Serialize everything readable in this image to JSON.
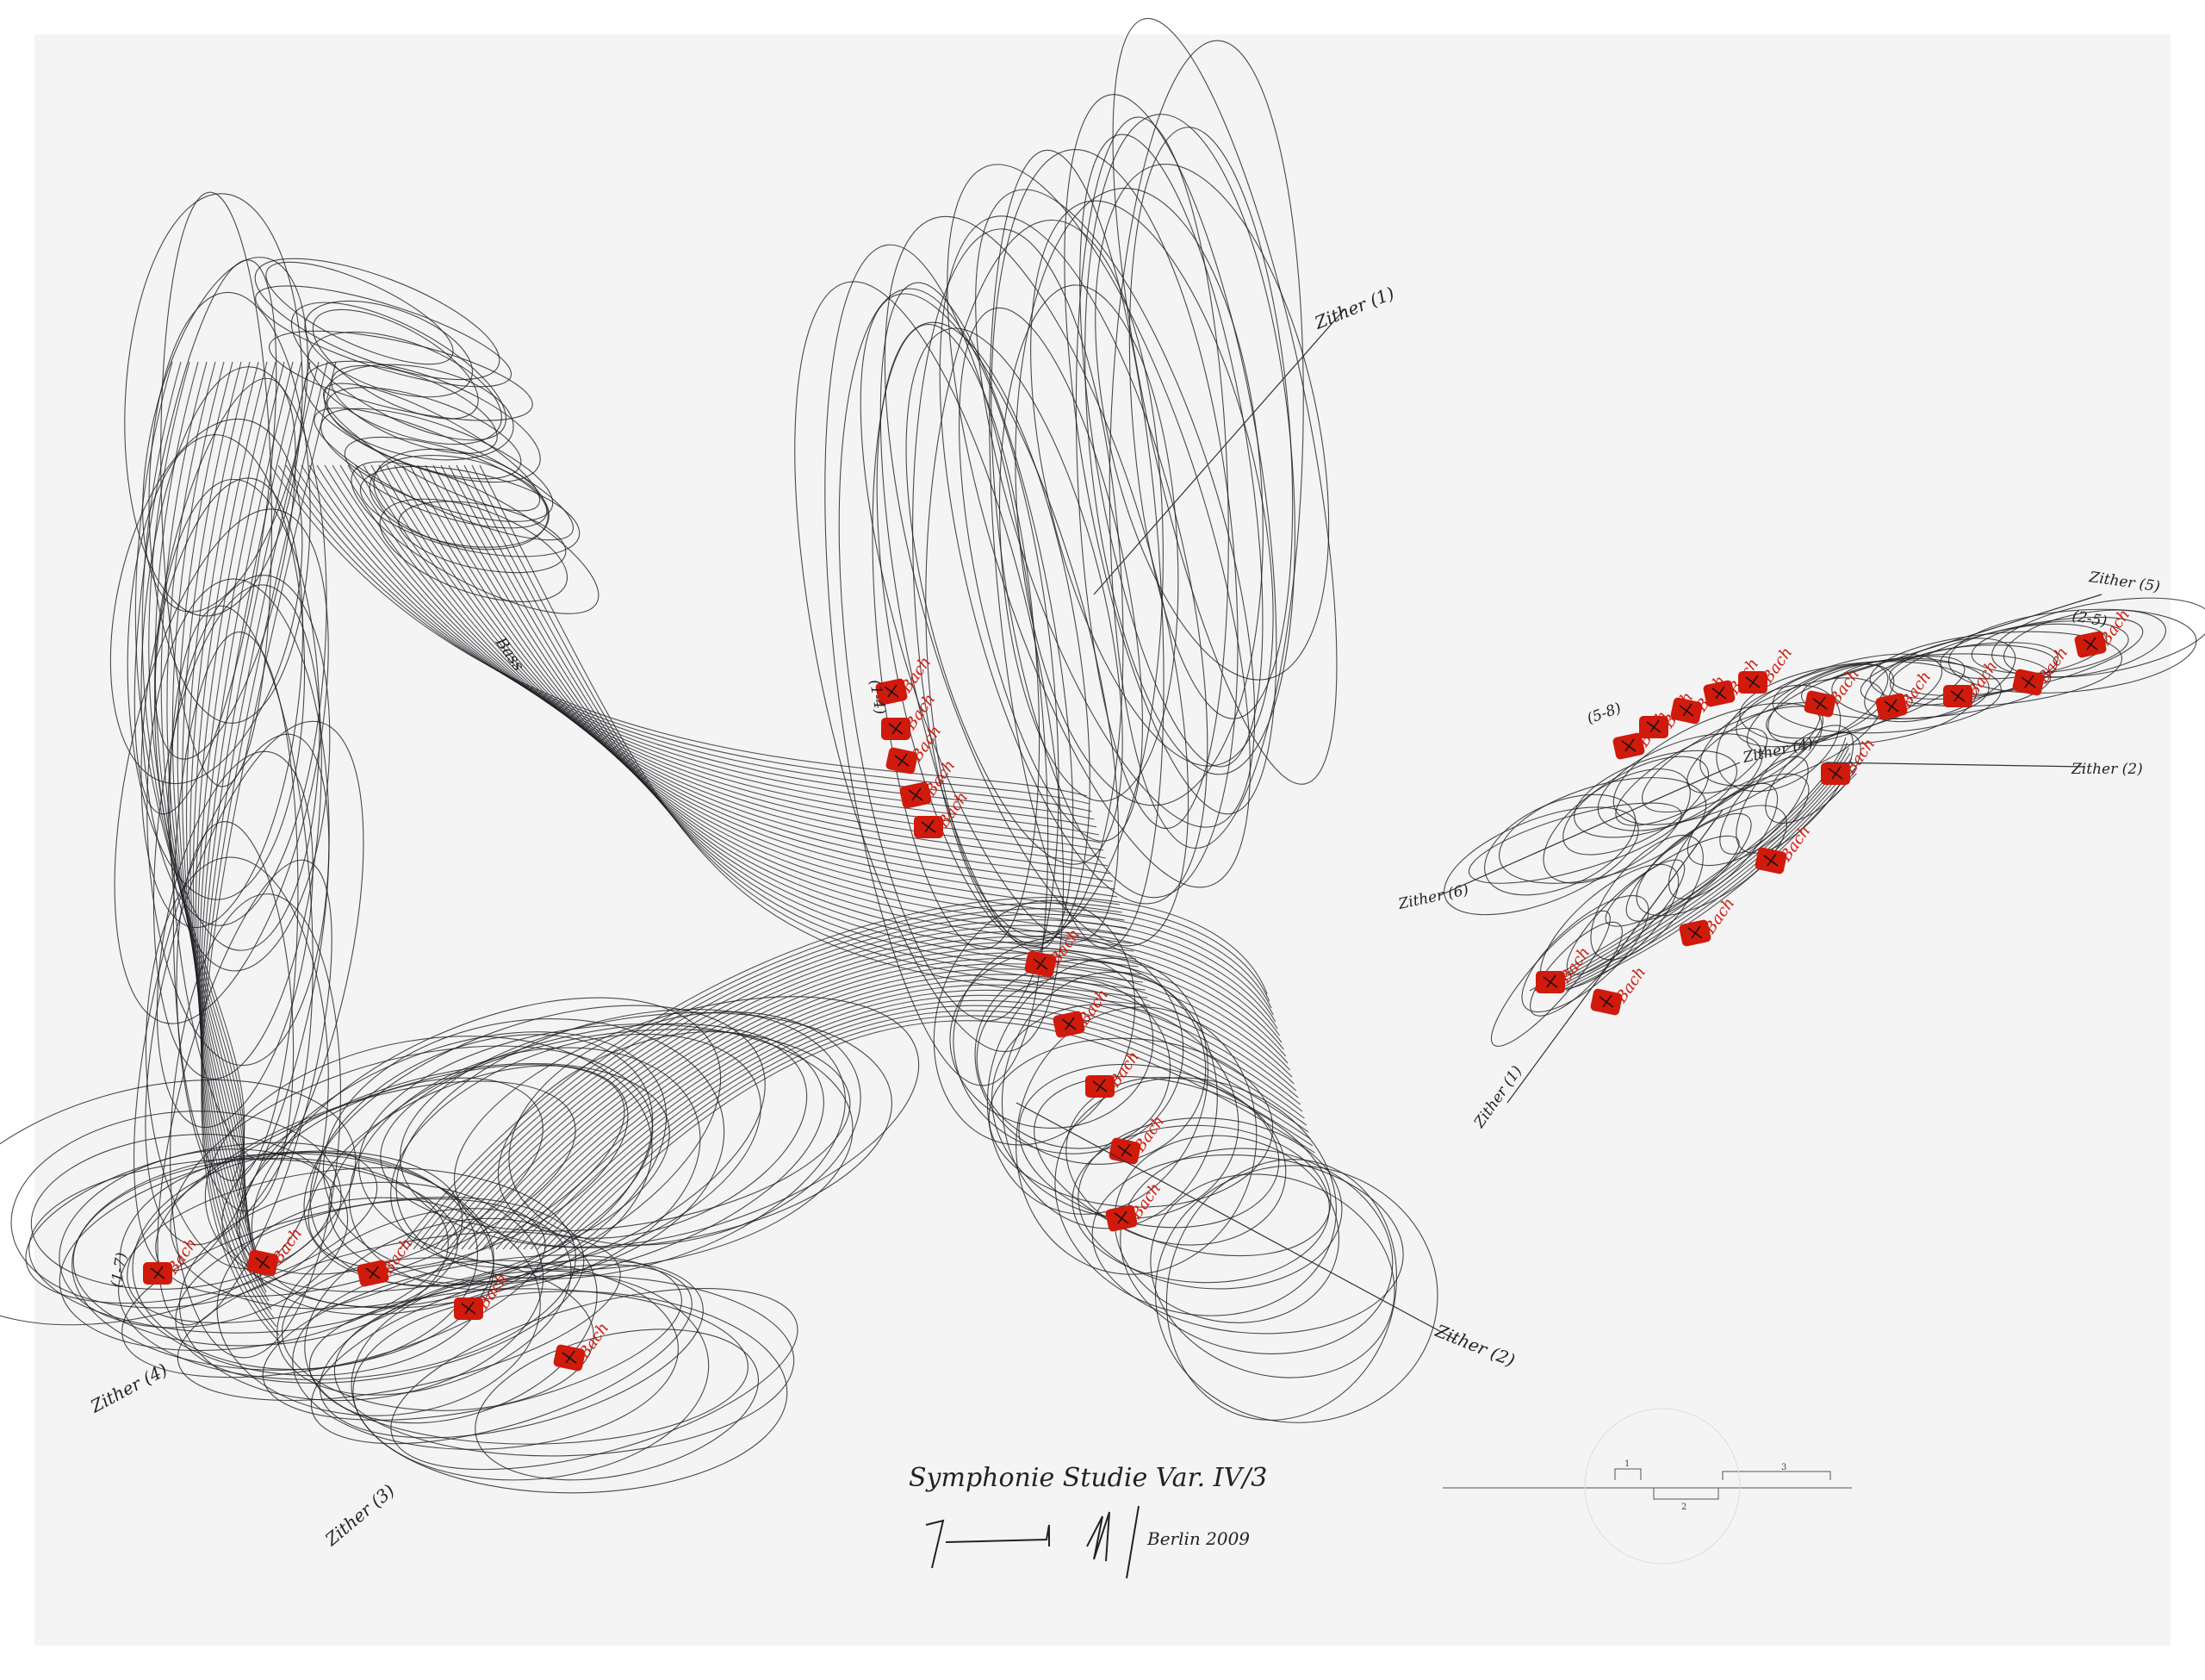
{
  "artwork": {
    "title": "Symphonie Studie Var. IV/3",
    "signature": "Jorinde Voigt",
    "place_date": "Berlin 2009"
  },
  "labels": {
    "zither_1_top": "Zither (1)",
    "zither_2_bottom": "Zither (2)",
    "zither_4_left": "Zither (4)",
    "zither_3_left": "Zither (3)",
    "zither_5_right": "Zither (5)",
    "zither_4_right": "Zither (4)",
    "zither_2_right": "Zither (2)",
    "zither_6_right": "Zither (6)",
    "zither_1_right": "Zither (1)",
    "bass_mid": "Bass",
    "range_a": "(1-4)",
    "range_b": "(5-8)",
    "range_c": "(1-7)",
    "range_d": "(2-5)"
  },
  "marker_label": "Bach",
  "colors": {
    "ink": "#1e1e22",
    "red": "#d01a0c",
    "paper": "#f4f4f5"
  },
  "scale": {
    "marks": [
      "1",
      "2",
      "3"
    ]
  }
}
